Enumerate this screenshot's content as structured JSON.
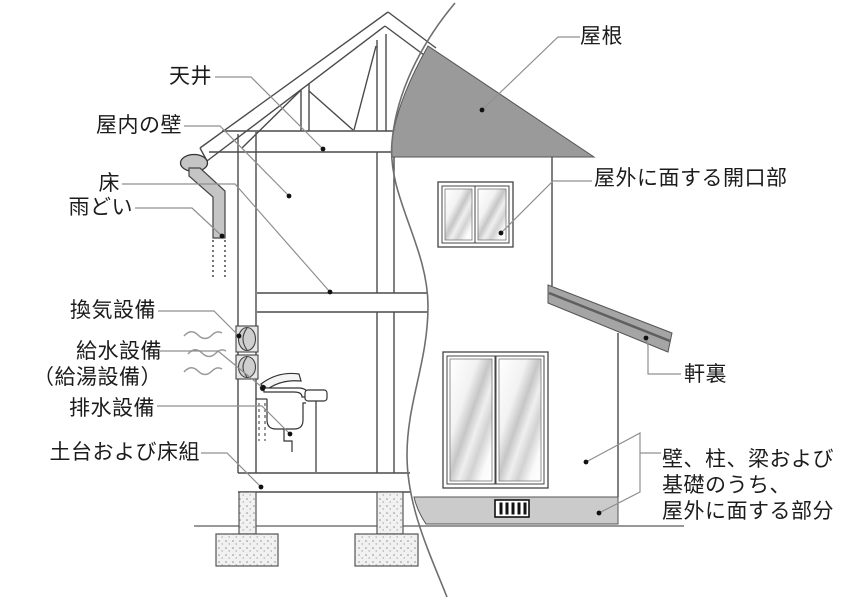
{
  "figure": {
    "description": "house cross-section diagram with building part labels"
  },
  "labels": {
    "roof": "屋根",
    "ceiling": "天井",
    "indoor_wall": "屋内の壁",
    "floor": "床",
    "rain_gutter": "雨どい",
    "opening_facing_outdoors": "屋外に面する開口部",
    "ventilation": "換気設備",
    "water_supply": "給水設備",
    "hot_water_supply": "（給湯設備）",
    "drainage": "排水設備",
    "sill_and_floor_framing": "土台および床組",
    "eaves_soffit": "軒裏",
    "exterior_parts_line1": "壁、柱、梁および",
    "exterior_parts_line2": "基礎のうち、",
    "exterior_parts_line3": "屋外に面する部分"
  },
  "colors": {
    "line": "#4a4a4a",
    "leader": "#8f8f8f",
    "text": "#1c1c1c",
    "roof_gray": "#9a9a9a",
    "eaves_fill": "#a5a5a5",
    "eaves_stripe": "#5f5f5f",
    "gutter_fill": "#c5c5c5",
    "foundation_fill": "#cbcbcb",
    "footing_fill": "#f1f1f1",
    "background": "#ffffff"
  }
}
